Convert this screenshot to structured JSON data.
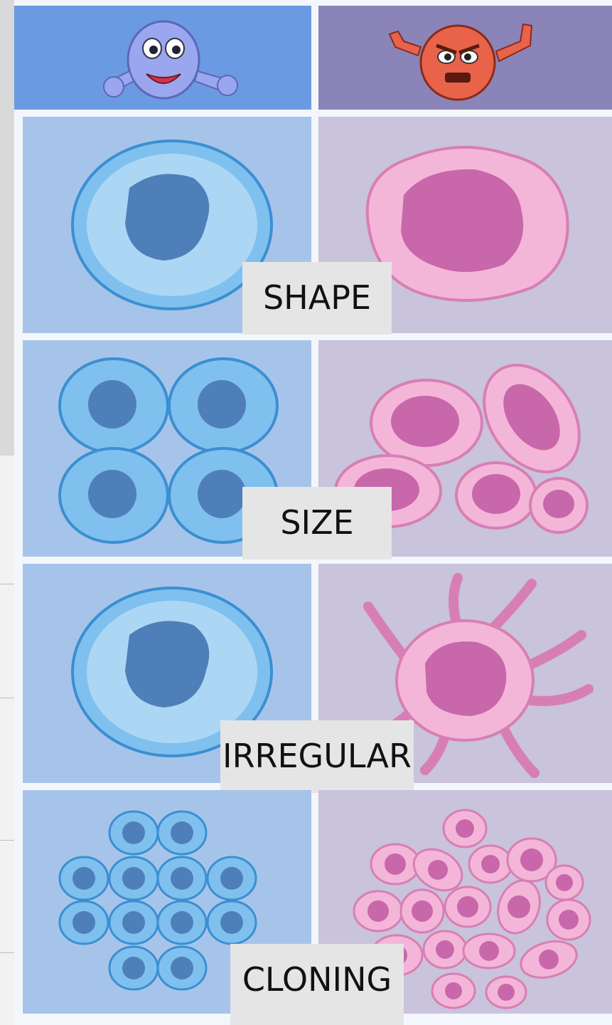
{
  "comparison": {
    "left_type": "normal-cell",
    "right_type": "cancer-cell",
    "header": {
      "left_icon": "happy-face-icon",
      "right_icon": "angry-face-icon"
    },
    "rows": [
      {
        "label": "SHAPE"
      },
      {
        "label": "SIZE"
      },
      {
        "label": "IRREGULAR"
      },
      {
        "label": "CLONING"
      }
    ],
    "colors": {
      "normal_cell": "#5fa8e6",
      "normal_nucleus": "#4f7fb8",
      "cancer_cell": "#f0a6cf",
      "cancer_nucleus": "#c967ab",
      "left_bg": "#a6c4ea",
      "right_bg": "#c9c3dc"
    }
  }
}
